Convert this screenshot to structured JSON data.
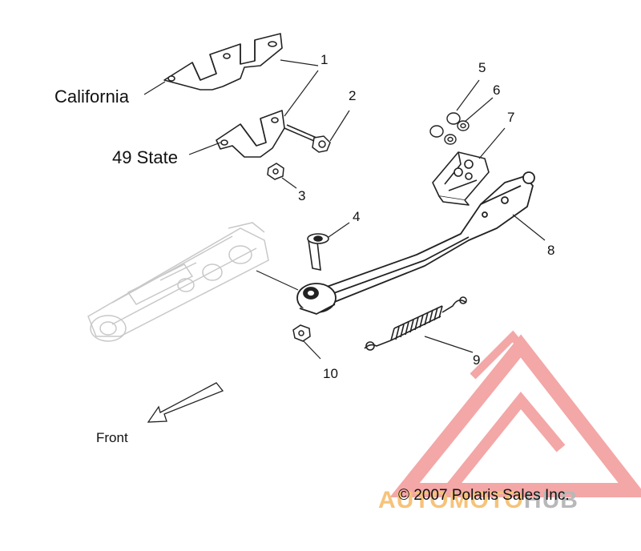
{
  "diagram": {
    "region_labels": {
      "california": "California",
      "state49": "49 State"
    },
    "callouts": [
      "1",
      "2",
      "3",
      "4",
      "5",
      "6",
      "7",
      "8",
      "9",
      "10"
    ],
    "front_label": "Front",
    "copyright": "© 2007 Polaris Sales Inc."
  },
  "watermark": {
    "part1": "AUTO",
    "part2": "MOTO",
    "part3": "HUB",
    "colors": {
      "triangle": "#f08a8a",
      "auto": "#f6c37a",
      "moto": "#f6c37a",
      "hub": "#b8b8b8"
    }
  }
}
